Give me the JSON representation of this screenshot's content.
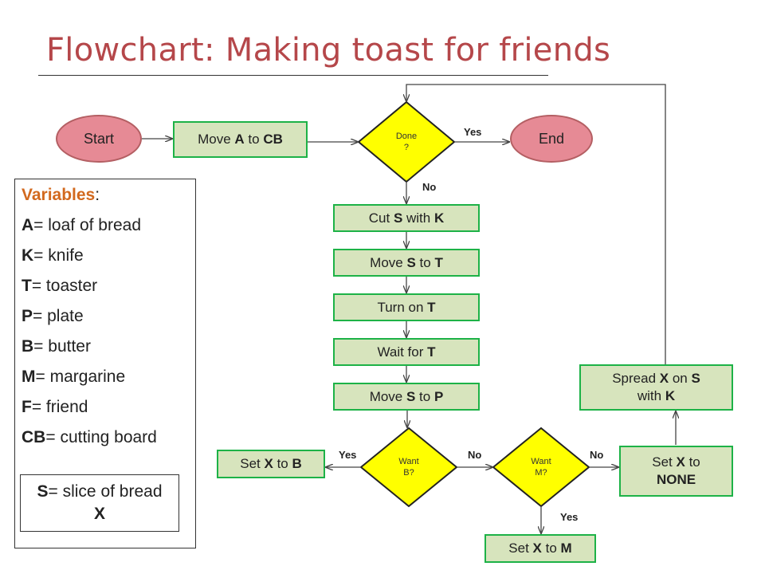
{
  "title": "Flowchart: Making toast for friends",
  "nodes": {
    "start": "Start",
    "end": "End",
    "move_a_to_cb": {
      "pre": "Move ",
      "v1": "A",
      "mid": " to ",
      "v2": "CB"
    },
    "done": {
      "line1": "Done",
      "line2": "?"
    },
    "cut": {
      "pre": "Cut ",
      "v1": "S",
      "mid": " with ",
      "v2": "K"
    },
    "move_s_t": {
      "pre": "Move ",
      "v1": "S",
      "mid": " to ",
      "v2": "T"
    },
    "turn_on": {
      "pre": "Turn on ",
      "v1": "T"
    },
    "wait": {
      "pre": "Wait for ",
      "v1": "T"
    },
    "move_s_p": {
      "pre": "Move ",
      "v1": "S",
      "mid": " to ",
      "v2": "P"
    },
    "want_b": {
      "line1": "Want",
      "v1": "B",
      "q": "?"
    },
    "want_m": {
      "line1": "Want",
      "v1": "M",
      "q": "?"
    },
    "set_x_b": {
      "pre": "Set ",
      "v1": "X",
      "mid": " to ",
      "v2": "B"
    },
    "set_x_m": {
      "pre": "Set ",
      "v1": "X",
      "mid": " to ",
      "v2": "M"
    },
    "set_x_none": {
      "pre": "Set ",
      "v1": "X",
      "mid": " to",
      "v2": "NONE"
    },
    "spread": {
      "pre": "Spread  ",
      "v1": "X",
      "mid": " on ",
      "v2": "S",
      "mid2": "with ",
      "v3": "K"
    }
  },
  "edge_labels": {
    "done_yes": "Yes",
    "done_no": "No",
    "want_b_yes": "Yes",
    "want_b_no": "No",
    "want_m_no": "No",
    "want_m_yes": "Yes"
  },
  "variables": {
    "heading": "Variables",
    "colon": ":",
    "items": [
      {
        "key": "A",
        "value": "= loaf of bread"
      },
      {
        "key": "K",
        "value": "= knife"
      },
      {
        "key": "T",
        "value": "= toaster"
      },
      {
        "key": "P",
        "value": "= plate"
      },
      {
        "key": "B",
        "value": "= butter"
      },
      {
        "key": "M",
        "value": "= margarine"
      },
      {
        "key": "F",
        "value": "= friend"
      },
      {
        "key": "CB",
        "value": "= cutting board"
      }
    ],
    "slice_key": "S",
    "slice_value": "= slice of bread",
    "slice_x": "X"
  },
  "colors": {
    "title": "#B5474A",
    "process_fill": "#D7E4BD",
    "process_border": "#1DB247",
    "terminal_fill": "#E68A95",
    "decision_fill": "#FFFF00",
    "variables_heading": "#D2691E"
  }
}
